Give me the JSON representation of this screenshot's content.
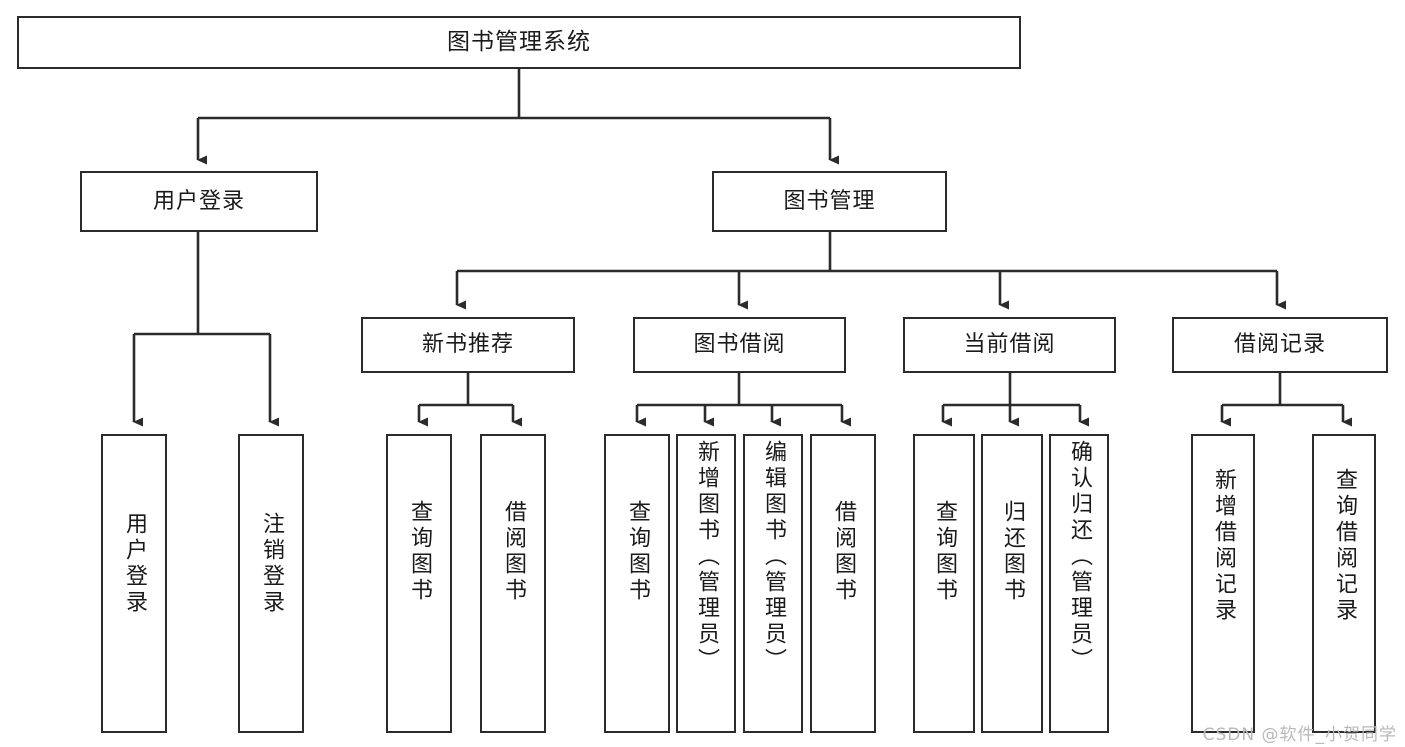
{
  "diagram": {
    "type": "hierarchy-tree",
    "title": "图书管理系统",
    "root": {
      "label": "图书管理系统"
    },
    "level2": [
      {
        "label": "用户登录"
      },
      {
        "label": "图书管理"
      }
    ],
    "level3": [
      {
        "label": "新书推荐"
      },
      {
        "label": "图书借阅"
      },
      {
        "label": "当前借阅"
      },
      {
        "label": "借阅记录"
      }
    ],
    "leaves": {
      "user_login": [
        {
          "label": "用户登录"
        },
        {
          "label": "注销登录"
        }
      ],
      "new_book_recommend": [
        {
          "label": "查询图书"
        },
        {
          "label": "借阅图书"
        }
      ],
      "book_borrow": [
        {
          "label": "查询图书"
        },
        {
          "label": "新增图书（管理员）"
        },
        {
          "label": "编辑图书（管理员）"
        },
        {
          "label": "借阅图书"
        }
      ],
      "current_borrow": [
        {
          "label": "查询图书"
        },
        {
          "label": "归还图书"
        },
        {
          "label": "确认归还（管理员）"
        }
      ],
      "borrow_record": [
        {
          "label": "新增借阅记录"
        },
        {
          "label": "查询借阅记录"
        }
      ]
    },
    "watermark": "CSDN @软件_小贺同学",
    "colors": {
      "box_border": "#2b2b2b",
      "box_fill": "#ffffff",
      "connector": "#2b2b2b",
      "text": "#1a1a1a",
      "watermark": "#b9b9b9"
    }
  }
}
